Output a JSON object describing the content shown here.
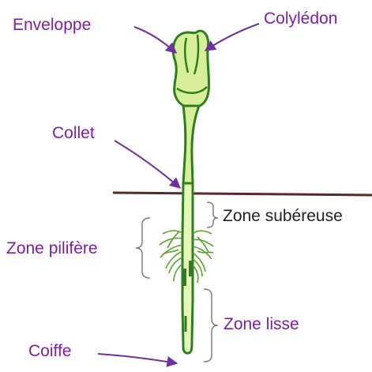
{
  "labels": {
    "enveloppe": "Enveloppe",
    "cotyledon": "Colylédon",
    "collet": "Collet",
    "zone_subereuse": "Zone subéreuse",
    "zone_pilifere": "Zone pilifère",
    "zone_lisse": "Zone lisse",
    "coiffe": "Coiffe"
  },
  "colors": {
    "label_purple": "#7a1fa2",
    "label_dark": "#222222",
    "arrow": "#7030a0",
    "brace": "#7f7f7f",
    "plant_outline": "#2e7d1f",
    "plant_fill": "#d7ef9a",
    "root_hairs": "#5aa02c",
    "soil_line": "#5a2a2a"
  }
}
